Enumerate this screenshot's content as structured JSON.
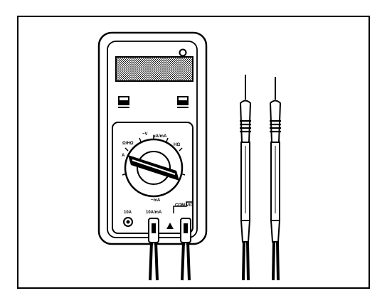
{
  "figure": {
    "type": "line-art illustration",
    "subject": "multimeter with two test leads",
    "colors": {
      "ink": "#000000",
      "paper": "#ffffff"
    }
  },
  "dial_labels": {
    "top_left": "Ω/HΩ",
    "top_mid_left": "~V",
    "top_mid_right": "μA/mA",
    "top_right": "HΩ",
    "left": "A"
  },
  "jack_labels": {
    "left": "10A",
    "mid": "10A/mA",
    "mid_top": "~mA",
    "right_top": "COM  V/Ω"
  }
}
